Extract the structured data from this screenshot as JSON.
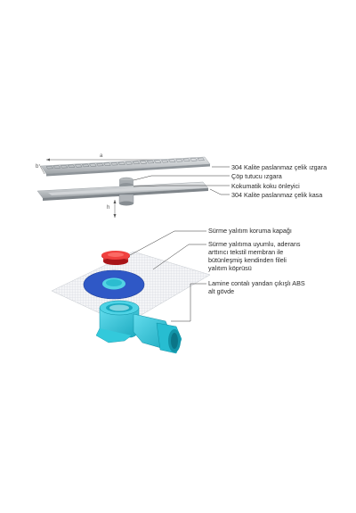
{
  "drain": {
    "dimensions": {
      "length": "a",
      "width": "b",
      "height": "h"
    },
    "labels": [
      "304 Kalite paslanmaz çelik ızgara",
      "Çöp tutucu ızgara",
      "Kokumatik koku önleyici",
      "304 Kalite paslanmaz çelik kasa"
    ]
  },
  "assembly": {
    "labels": [
      {
        "lines": [
          "Sürme yalıtım koruma kapağı"
        ]
      },
      {
        "lines": [
          "Sürme yalıtıma uyumlu, aderans",
          "arttırıcı tekstil membran ile",
          "bütünleşmiş kendinden fileli",
          "yalıtım köprüsü"
        ]
      },
      {
        "lines": [
          "Lamine contalı yandan çıkışlı ABS",
          "alt gövde"
        ]
      }
    ]
  },
  "colors": {
    "steel": "#c9cccf",
    "steel_dark": "#9aa0a5",
    "cap": "#d9262b",
    "membrane_blue": "#2f58c6",
    "body_cyan": "#2ec6d8",
    "leader": "#333333"
  }
}
